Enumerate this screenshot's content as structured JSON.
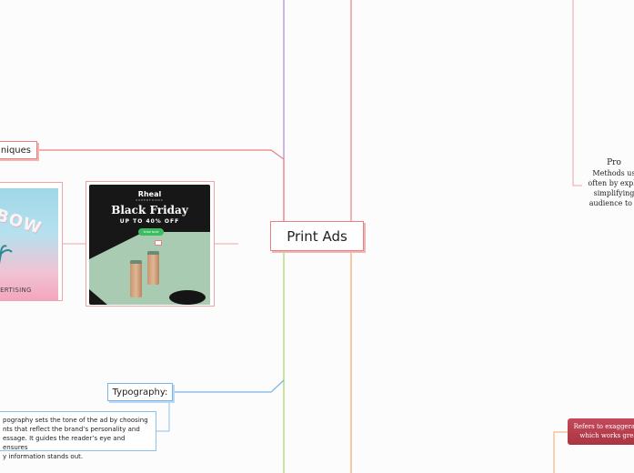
{
  "central": {
    "label": "Print Ads"
  },
  "techniques": {
    "label": "niques"
  },
  "typography": {
    "label": "Typography:",
    "note_lines": [
      "pography sets the tone of the ad by choosing",
      "nts that reflect the brand’s personality and",
      "essage. It guides the reader’s eye and ensures",
      "y information stands out."
    ]
  },
  "images": {
    "rainbow": {
      "word": "NBOW",
      "footer": "VERTISING"
    },
    "ad": {
      "brand": "Rheal",
      "brand_sub": "SUPERFOODS",
      "title": "Black Friday",
      "subtitle": "UP TO 40% OFF",
      "button": "SHOP NOW"
    }
  },
  "pro": {
    "title": "Pro",
    "lines": [
      "Methods us",
      "often by explo",
      "simplifying",
      "audience to a"
    ]
  },
  "red_note": {
    "lines": [
      "Refers to exaggeratio",
      "which works grea"
    ]
  },
  "colors": {
    "red_branch": "#e88080",
    "purple_branch": "#b383e0",
    "green_branch": "#a3d964",
    "orange_branch": "#f3a66a",
    "blue_branch": "#7ab4e8"
  }
}
